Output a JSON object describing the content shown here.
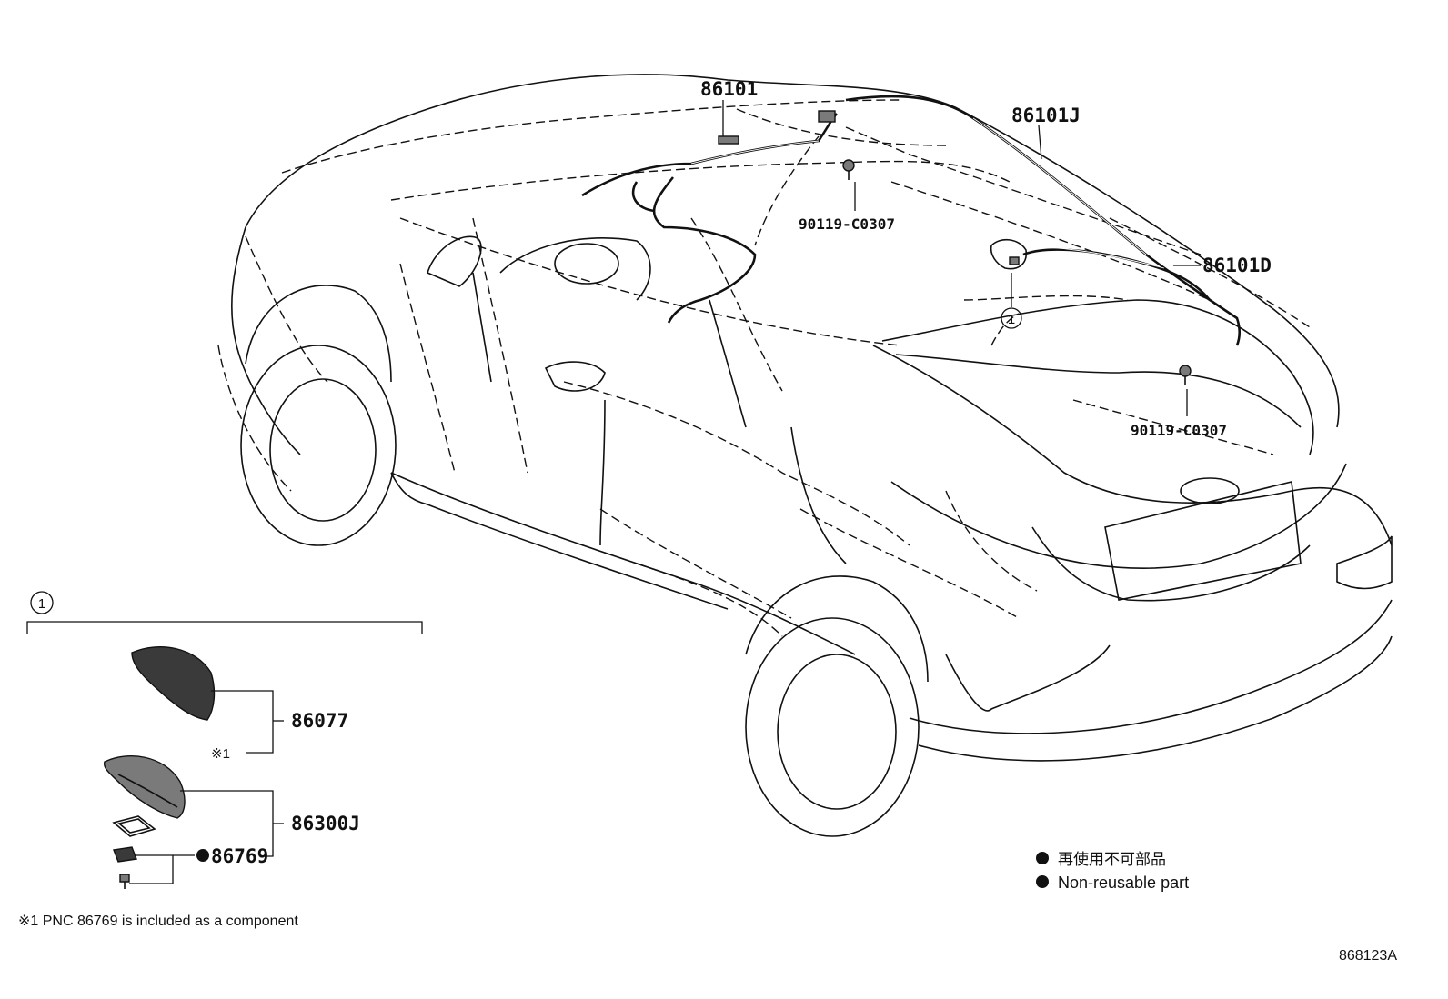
{
  "callouts": {
    "harness_main": "86101",
    "harness_j": "86101J",
    "harness_d": "86101D",
    "bolt_front": "90119-C0307",
    "bolt_rear": "90119-C0307",
    "antenna_cover": "86077",
    "antenna_assy": "86300J",
    "non_reusable_gasket": "86769"
  },
  "group_marker": "1",
  "note_mark": "※1",
  "legend": {
    "jp": "再使用不可部品",
    "en": "Non-reusable part"
  },
  "footnote": "※1 PNC 86769 is included as a component",
  "diagram_id": "868123A"
}
